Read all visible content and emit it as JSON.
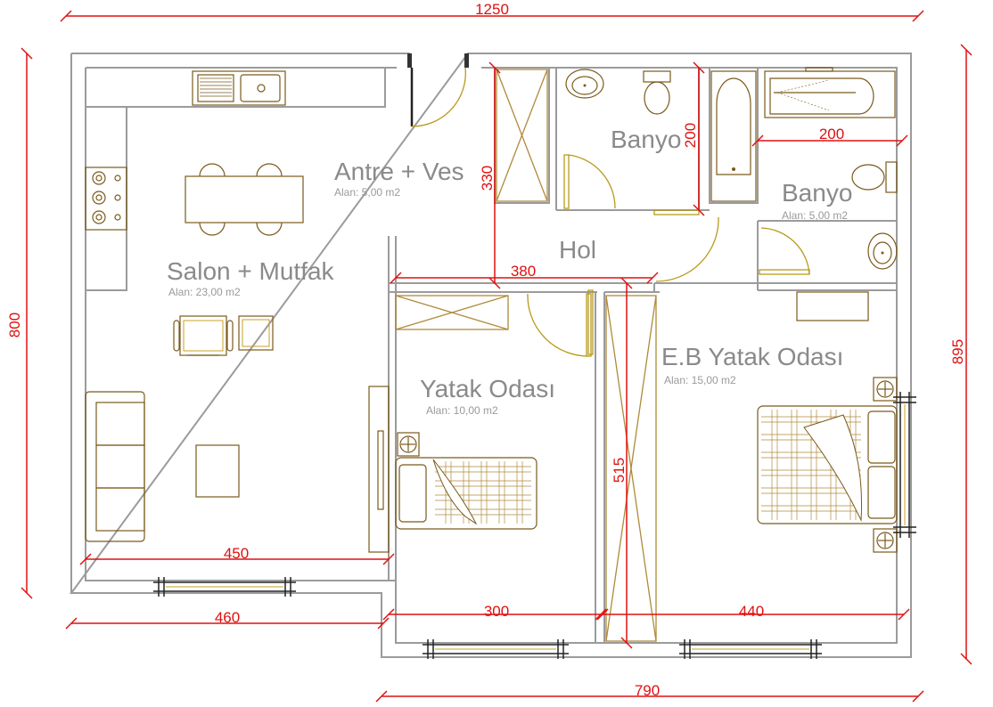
{
  "rooms": {
    "salon": {
      "name": "Salon + Mutfak",
      "area": "Alan: 23,00 m2"
    },
    "antre": {
      "name": "Antre + Ves",
      "area": "Alan: 5,00 m2"
    },
    "banyo1": {
      "name": "Banyo"
    },
    "banyo2": {
      "name": "Banyo",
      "area": "Alan: 5,00 m2"
    },
    "hol": {
      "name": "Hol"
    },
    "yatak": {
      "name": "Yatak Odası",
      "area": "Alan: 10,00 m2"
    },
    "eb_yatak": {
      "name": "E.B Yatak Odası",
      "area": "Alan: 15,00 m2"
    }
  },
  "dimensions": {
    "top_total": "1250",
    "left_total": "800",
    "right_total": "895",
    "bottom_total": "790",
    "salon_width": "450",
    "salon_outer": "460",
    "hol_width": "380",
    "antre_height": "330",
    "banyo_height": "200",
    "banyo_width": "200",
    "yatak_width": "300",
    "eb_width": "440",
    "corridor_length": "515"
  },
  "colors": {
    "dimension": "#e01010",
    "wall": "#9b9b9b",
    "furniture": "#b08a3a",
    "label": "#8a8a8a"
  }
}
